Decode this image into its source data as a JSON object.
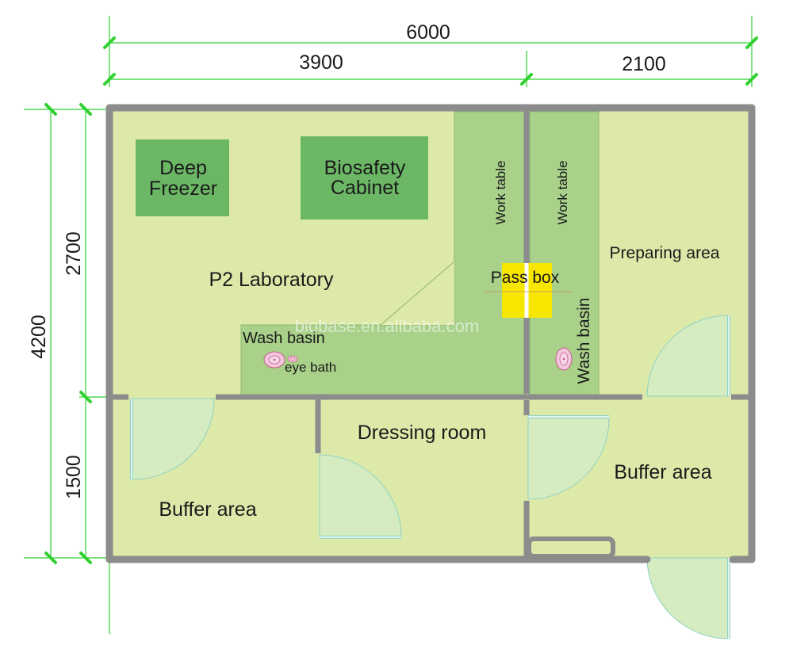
{
  "dimensions": {
    "total_width": "6000",
    "left_width": "3900",
    "right_width": "2100",
    "total_height": "4200",
    "upper_height": "2700",
    "lower_height": "1500"
  },
  "rooms": {
    "p2_lab": "P2 Laboratory",
    "dressing_room": "Dressing room",
    "buffer_left": "Buffer area",
    "buffer_right": "Buffer area",
    "preparing_area": "Preparing area"
  },
  "equipment": {
    "deep_freezer_line1": "Deep",
    "deep_freezer_line2": "Freezer",
    "biosafety_line1": "Biosafety",
    "biosafety_line2": "Cabinet",
    "work_table_left": "Work table",
    "work_table_right": "Work table",
    "pass_box": "Pass box",
    "wash_basin_lab": "Wash basin",
    "eye_bath": "eye bath",
    "wash_basin_prep": "Wash basin"
  },
  "watermark": "biobase.en.alibaba.com",
  "colors": {
    "room_fill": "#dde9a9",
    "equipment_fill": "#6cb766",
    "counter_fill": "#a9d18a",
    "wall": "#8c8c8c",
    "dimension_line": "#2ed12e",
    "pass_box": "#f7e600",
    "door_swing": "#d4ecc0"
  }
}
